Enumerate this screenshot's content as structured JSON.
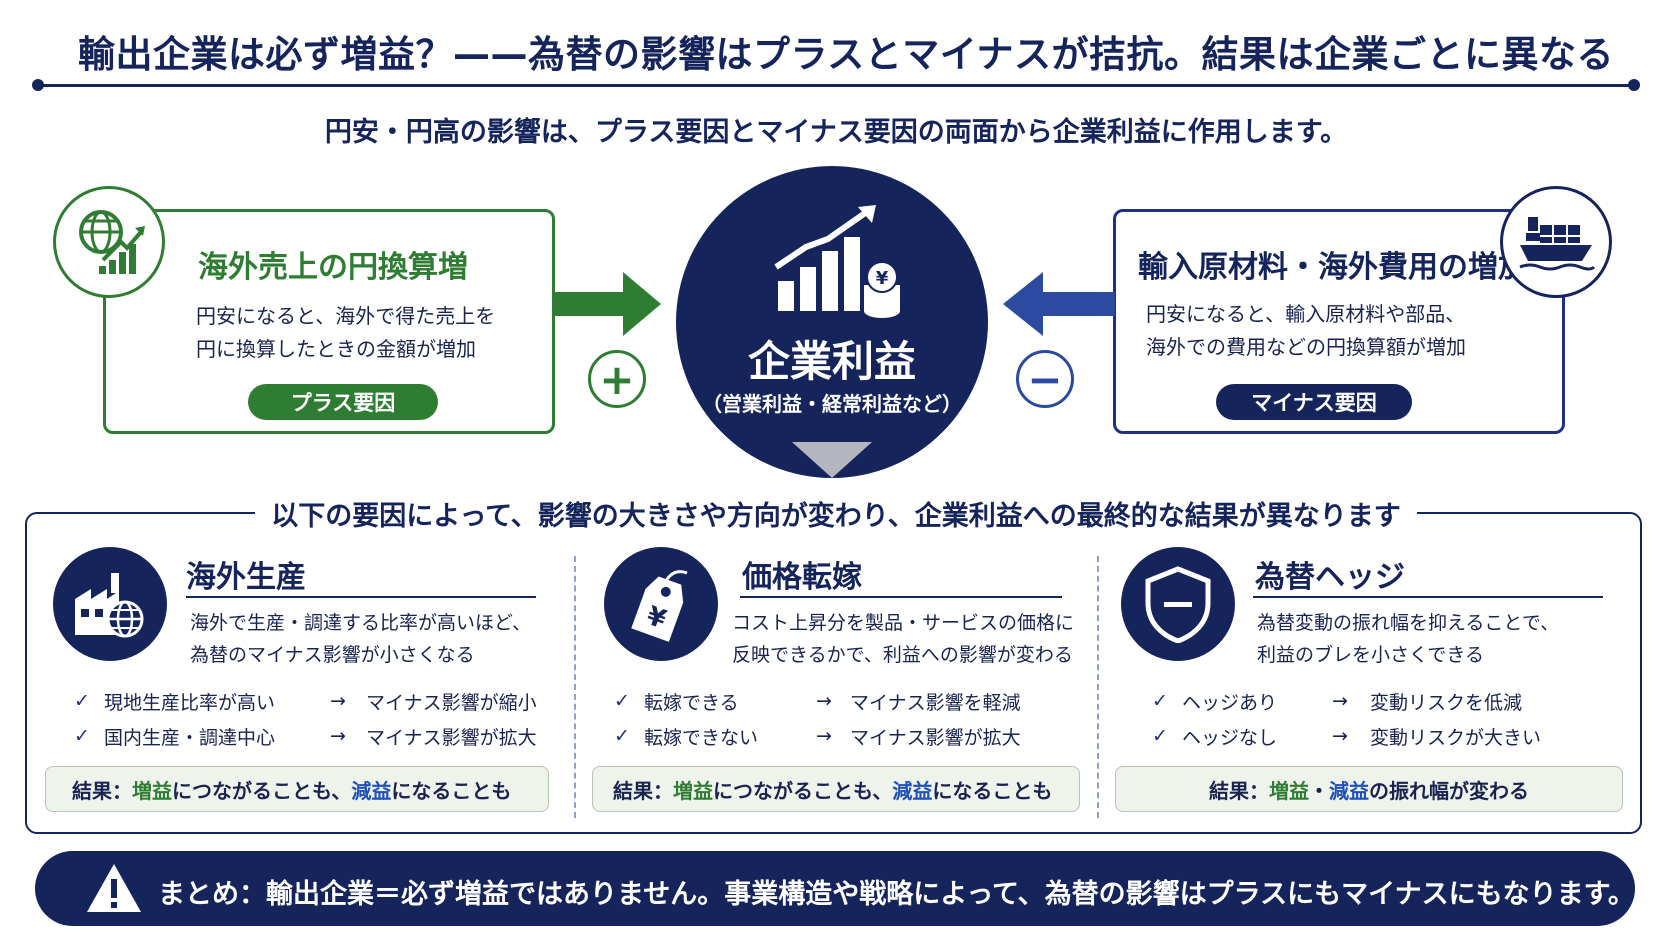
{
  "title": "輸出企業は必ず増益？——為替の影響はプラスとマイナスが拮抗。結果は企業ごとに異なる",
  "subtitle": "円安・円高の影響は、プラス要因とマイナス要因の両面から企業利益に作用します。",
  "left": {
    "title": "海外売上の円換算増",
    "line1": "円安になると、海外で得た売上を",
    "line2": "円に換算したときの金額が増加",
    "pill": "プラス要因",
    "sign": "+",
    "icon": "globe-growth-chart-icon"
  },
  "right": {
    "title": "輸入原材料・海外費用の増加",
    "line1": "円安になると、輸入原材料や部品、",
    "line2": "海外での費用などの円換算額が増加",
    "pill": "マイナス要因",
    "sign": "−",
    "icon": "cargo-ship-icon"
  },
  "center": {
    "title": "企業利益",
    "subtitle": "（営業利益・経常利益など）",
    "icon": "rising-bar-chart-yen-coins-icon"
  },
  "lower_heading": "以下の要因によって、影響の大きさや方向が変わり、企業利益への最終的な結果が異なります",
  "factors": [
    {
      "title": "海外生産",
      "icon": "factory-globe-icon",
      "line1": "海外で生産・調達する比率が高いほど、",
      "line2": "為替のマイナス影響が小さくなる",
      "checks": [
        {
          "cond": "現地生産比率が高い",
          "arrow": "→",
          "result": "マイナス影響が縮小"
        },
        {
          "cond": "国内生産・調達中心",
          "arrow": "→",
          "result": "マイナス影響が拡大"
        }
      ],
      "result": {
        "prefix": "結果：",
        "a": "増益",
        "mid": "につながることも、",
        "b": "減益",
        "suffix": "になることも"
      }
    },
    {
      "title": "価格転嫁",
      "icon": "yen-price-tag-icon",
      "line1": "コスト上昇分を製品・サービスの価格に",
      "line2": "反映できるかで、利益への影響が変わる",
      "checks": [
        {
          "cond": "転嫁できる",
          "arrow": "→",
          "result": "マイナス影響を軽減"
        },
        {
          "cond": "転嫁できない",
          "arrow": "→",
          "result": "マイナス影響が拡大"
        }
      ],
      "result": {
        "prefix": "結果：",
        "a": "増益",
        "mid": "につながることも、",
        "b": "減益",
        "suffix": "になることも"
      }
    },
    {
      "title": "為替ヘッジ",
      "icon": "shield-icon",
      "line1": "為替変動の振れ幅を抑えることで、",
      "line2": "利益のブレを小さくできる",
      "checks": [
        {
          "cond": "ヘッジあり",
          "arrow": "→",
          "result": "変動リスクを低減"
        },
        {
          "cond": "ヘッジなし",
          "arrow": "→",
          "result": "変動リスクが大きい"
        }
      ],
      "result": {
        "prefix": "結果：",
        "a": "増益",
        "mid": "・",
        "b": "減益",
        "suffix": "の振れ幅が変わる"
      }
    }
  ],
  "check_mark": "✓",
  "bottom": {
    "icon": "warning-icon",
    "text": "まとめ：輸出企業＝必ず増益ではありません。事業構造や戦略によって、為替の影響はプラスにもマイナスにもなります。"
  },
  "colors": {
    "navy": "#16245c",
    "green": "#2f7d32",
    "blue": "#1f4fb8"
  }
}
